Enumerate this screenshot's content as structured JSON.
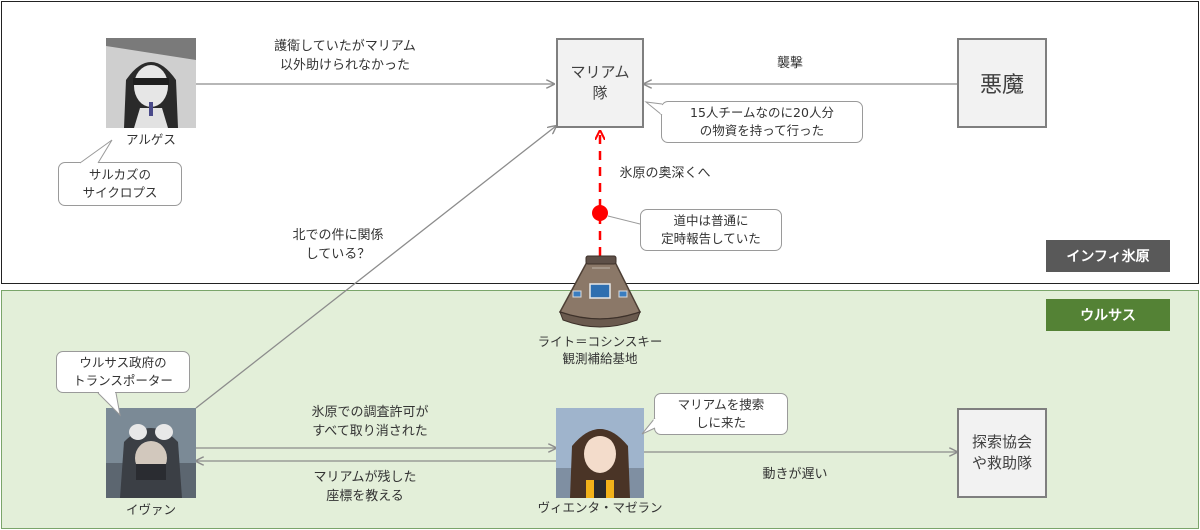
{
  "regions": {
    "top": {
      "label": "インフィ氷原",
      "label_color": "#595959"
    },
    "bottom": {
      "label": "ウルサス",
      "label_color": "#548235"
    }
  },
  "nodes": {
    "mariam": "マリアム\n隊",
    "demon": "悪魔",
    "search": "探索協会\nや救助隊"
  },
  "characters": {
    "arguess": {
      "caption": "アルゲス"
    },
    "ivan": {
      "caption": "イヴァン"
    },
    "magellan": {
      "caption": "ヴィエンタ・マゼラン"
    },
    "base": {
      "caption": "ライト＝コシンスキー\n観測補給基地"
    }
  },
  "bubbles": {
    "sarkaz": "サルカズの\nサイクロプス",
    "team": "15人チームなのに20人分\nの物資を持って行った",
    "report": "道中は普通に\n定時報告していた",
    "transporter": "ウルサス政府の\nトランスポーター",
    "searching": "マリアムを捜索\nしに来た"
  },
  "edges": {
    "escort": "護衛していたがマリアム\n以外助けられなかった",
    "attack": "襲撃",
    "deep": "氷原の奥深くへ",
    "north": "北での件に関係\nしている？",
    "cancelled": "氷原での調査許可が\nすべて取り消された",
    "coords": "マリアムが残した\n座標を教える",
    "slow": "動きが遅い"
  },
  "colors": {
    "dashed": "#ff0000",
    "arrow": "#8c8c8c"
  }
}
